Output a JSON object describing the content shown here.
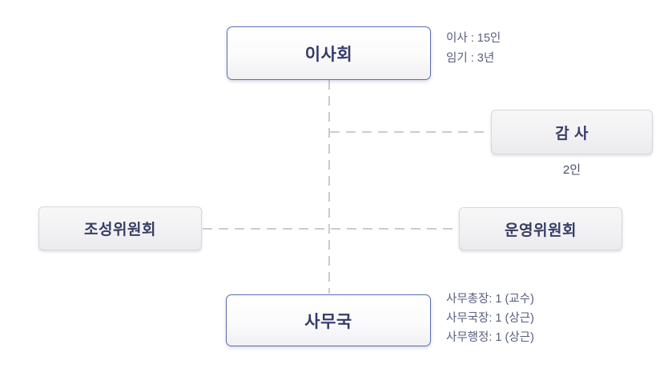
{
  "diagram": {
    "type": "org-chart",
    "background": "#ffffff",
    "connector_color": "#cccccc",
    "primary_border_color": "#5a6cb0",
    "gray_border_color": "#d8d8dc",
    "title_text_color": "#333a6b",
    "note_text_color": "#585e7d",
    "nodes": {
      "board": {
        "label": "이사회",
        "style": "primary"
      },
      "auditor": {
        "label": "감 사",
        "style": "gray",
        "note_below": "2인"
      },
      "josung_committee": {
        "label": "조성위원회",
        "style": "gray"
      },
      "unyeong_committee": {
        "label": "운영위원회",
        "style": "gray"
      },
      "office": {
        "label": "사무국",
        "style": "primary"
      }
    },
    "board_notes": {
      "line1": "이사 : 15인",
      "line2": "임기 : 3년"
    },
    "office_notes": {
      "line1": "사무총장: 1 (교수)",
      "line2": "사무국장: 1 (상근)",
      "line3": "사무행정: 1 (상근)"
    }
  }
}
